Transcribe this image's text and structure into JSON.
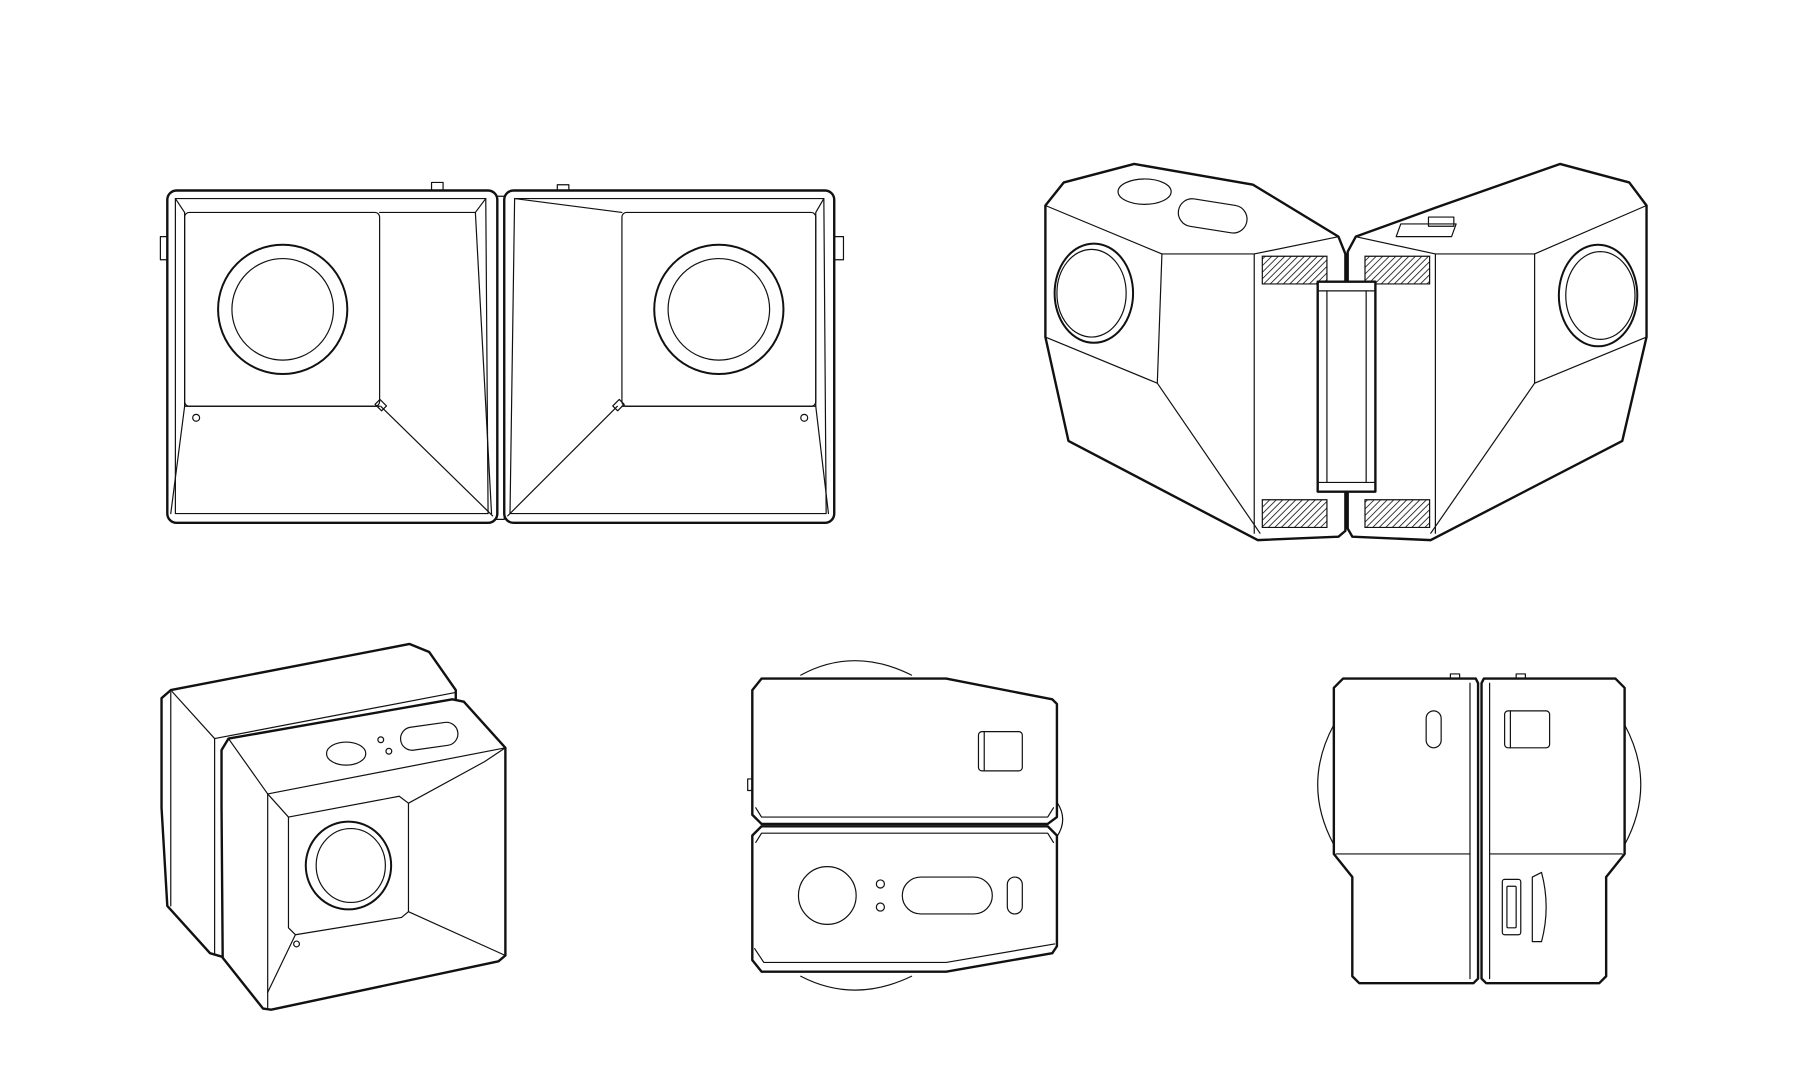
{
  "diagram": {
    "views": [
      {
        "id": "front-unfolded",
        "icon": "dual-camera-front-view-icon"
      },
      {
        "id": "perspective-folded",
        "icon": "dual-camera-perspective-view-icon"
      },
      {
        "id": "perspective-top-stacked",
        "icon": "dual-camera-iso-view-icon"
      },
      {
        "id": "top-view",
        "icon": "dual-camera-top-view-icon"
      },
      {
        "id": "side-view",
        "icon": "dual-camera-side-view-icon"
      }
    ],
    "colors": {
      "line": "#111111",
      "background": "#ffffff"
    }
  }
}
